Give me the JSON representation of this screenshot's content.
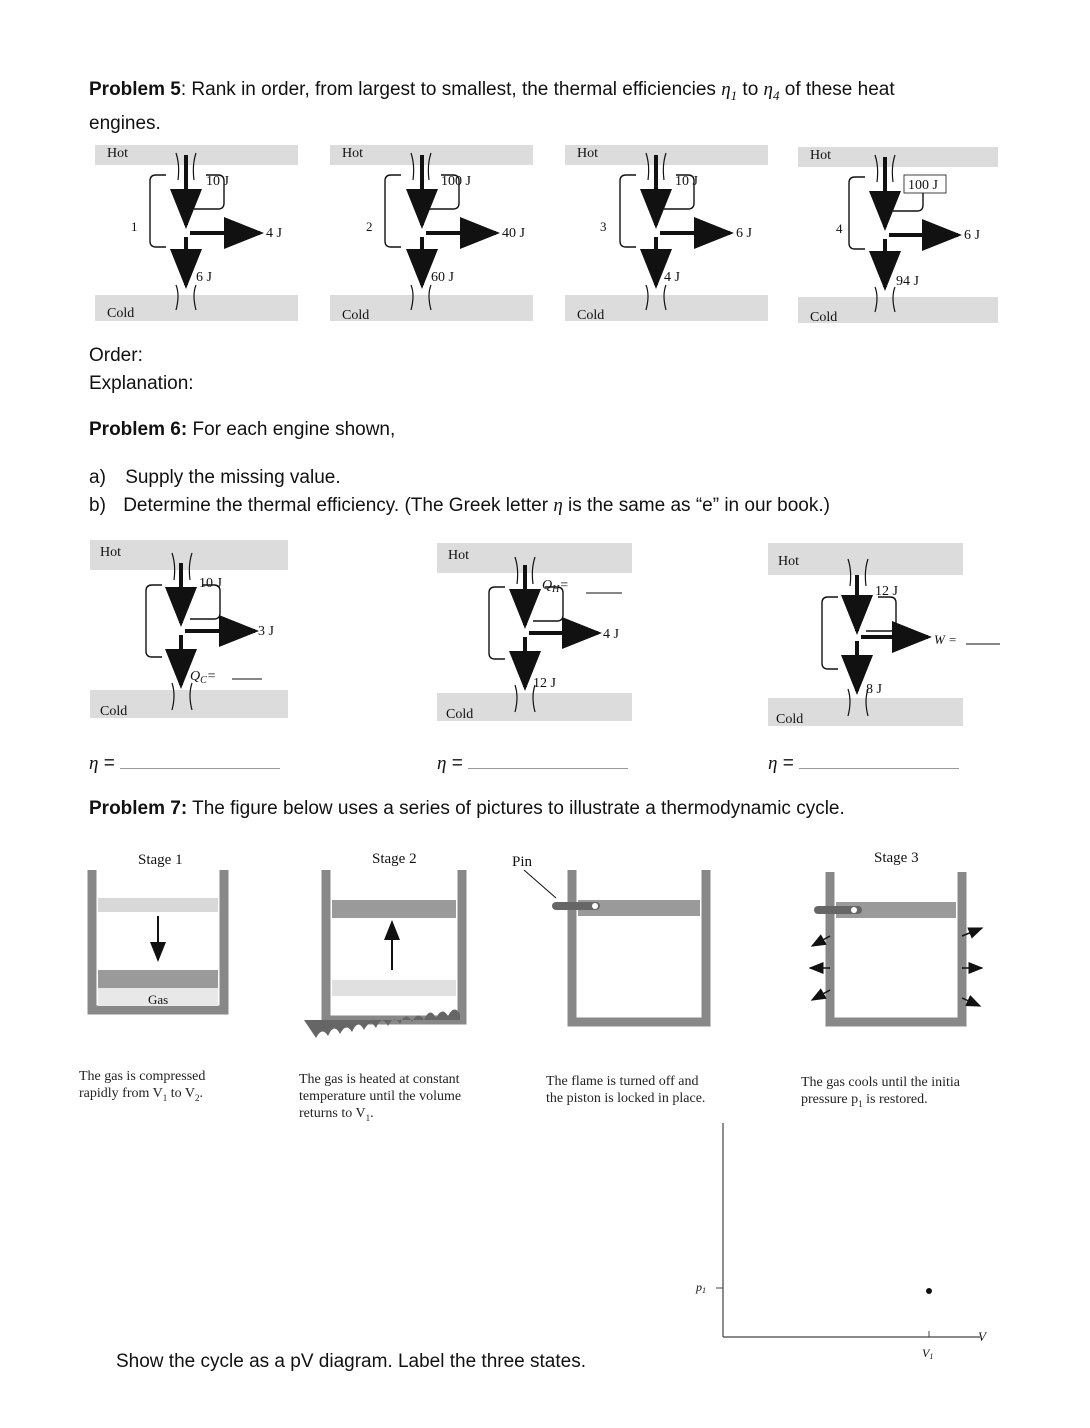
{
  "problem5": {
    "label": "Problem 5",
    "text": ": Rank in order, from largest to smallest, the thermal efficiencies ",
    "eta1": "η",
    "sub1": "1",
    "to": " to ",
    "eta4": "η",
    "sub4": "4",
    "text2": " of these heat",
    "text3": "engines.",
    "engines": [
      {
        "num": "1",
        "hot": "Hot",
        "cold": "Cold",
        "qh": "10 J",
        "w": "4 J",
        "qc": "6 J"
      },
      {
        "num": "2",
        "hot": "Hot",
        "cold": "Cold",
        "qh": "100 J",
        "w": "40 J",
        "qc": "60 J"
      },
      {
        "num": "3",
        "hot": "Hot",
        "cold": "Cold",
        "qh": "10 J",
        "w": "6 J",
        "qc": "4 J"
      },
      {
        "num": "4",
        "hot": "Hot",
        "cold": "Cold",
        "qh": "100 J",
        "w": "6 J",
        "qc": "94 J"
      }
    ],
    "order_label": "Order:",
    "explanation_label": "Explanation:"
  },
  "problem6": {
    "label": "Problem 6:",
    "text": " For each engine shown,",
    "a_marker": "a)",
    "a_text": "Supply the missing value.",
    "b_marker": "b)",
    "b_text_1": "Determine the thermal efficiency. (The Greek letter ",
    "b_eta": "η",
    "b_text_2": " is the same as “e” in our book.)",
    "engines": [
      {
        "hot": "Hot",
        "cold": "Cold",
        "qh": "10 J",
        "w": "3 J",
        "qc": "Q",
        "qc_sub": "C",
        "qc_eq": "="
      },
      {
        "hot": "Hot",
        "cold": "Cold",
        "qh": "Q",
        "qh_sub": "H",
        "qh_eq": "=",
        "w": "4 J",
        "qc": "12 J"
      },
      {
        "hot": "Hot",
        "cold": "Cold",
        "qh": "12 J",
        "w": "W =",
        "qc": "8 J"
      }
    ],
    "eta_label": "η",
    "eta_eq": "="
  },
  "problem7": {
    "label": "Problem 7:",
    "text": " The figure below uses a series of pictures to illustrate a thermodynamic cycle.",
    "stage1": "Stage 1",
    "stage2": "Stage 2",
    "stage3": "Stage 3",
    "pin": "Pin",
    "gas": "Gas",
    "cap1_line1": "The gas is compressed",
    "cap1_line2": "rapidly from V",
    "cap1_sub1": "1",
    "cap1_line3": " to V",
    "cap1_sub2": "2",
    "cap1_end": ".",
    "cap2_line1": "The gas is heated at constant",
    "cap2_line2": "temperature until the volume",
    "cap2_line3": "returns to V",
    "cap2_sub": "1",
    "cap2_end": ".",
    "cap3_line1": "The flame is turned off and",
    "cap3_line2": "the piston is locked in place.",
    "cap4_line1": "The gas cools until the initia",
    "cap4_line2": "pressure p",
    "cap4_sub": "1",
    "cap4_end": " is restored.",
    "graph_p": "p",
    "graph_p_sub": "1",
    "graph_v": "V",
    "graph_v1": "V",
    "graph_v1_sub": "1",
    "instruction": "Show the cycle as a pV diagram.  Label the three states."
  }
}
